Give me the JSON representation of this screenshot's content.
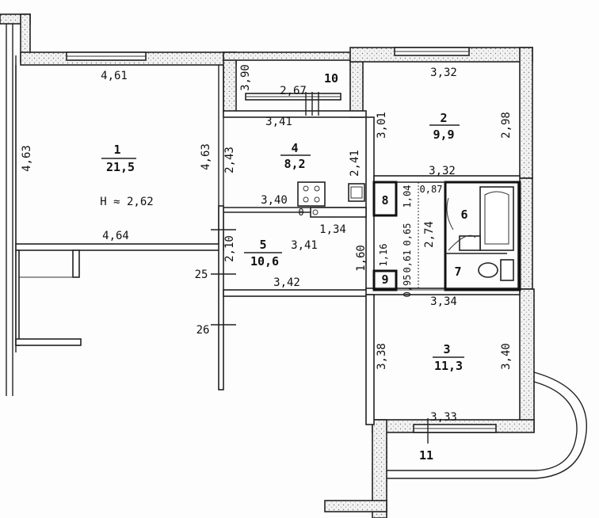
{
  "rooms": [
    {
      "number": "1",
      "area": "21,5",
      "height_note": "H ≈ 2,62"
    },
    {
      "number": "2",
      "area": "9,9"
    },
    {
      "number": "3",
      "area": "11,3"
    },
    {
      "number": "4",
      "area": "8,2"
    },
    {
      "number": "5",
      "area": "10,6"
    },
    {
      "number": "6"
    },
    {
      "number": "7"
    },
    {
      "number": "8"
    },
    {
      "number": "9"
    },
    {
      "number": "10"
    },
    {
      "number": "11"
    }
  ],
  "dimensions": {
    "r1_top": "4,61",
    "r1_left": "4,63",
    "r1_right": "4,63",
    "r1_bottom": "4,64",
    "r10_side": "3,90",
    "r10_window": "2,67",
    "r4_top": "3,41",
    "r4_left": "2,43",
    "r4_right": "2,41",
    "r4_bottom": "3,40",
    "r2_top": "3,32",
    "r2_left": "3,01",
    "r2_right": "2,98",
    "r2_bottom": "3,32",
    "bath_top": "0,87",
    "bath_side": "1,04",
    "small_a": "0,65",
    "small_b": "0,61",
    "small_c": "1,16",
    "small_d": "0,95",
    "corridor_len": "2,74",
    "hall_a": "1,34",
    "hall_b": "3,41",
    "hall_c": "1,60",
    "hall_d": "2,10",
    "hall_bottom": "3,42",
    "r3_top": "3,34",
    "r3_left": "3,38",
    "r3_right": "3,40",
    "r3_bottom": "3,33",
    "small_zero": "0"
  },
  "markers": {
    "m25": "25",
    "m26": "26"
  }
}
